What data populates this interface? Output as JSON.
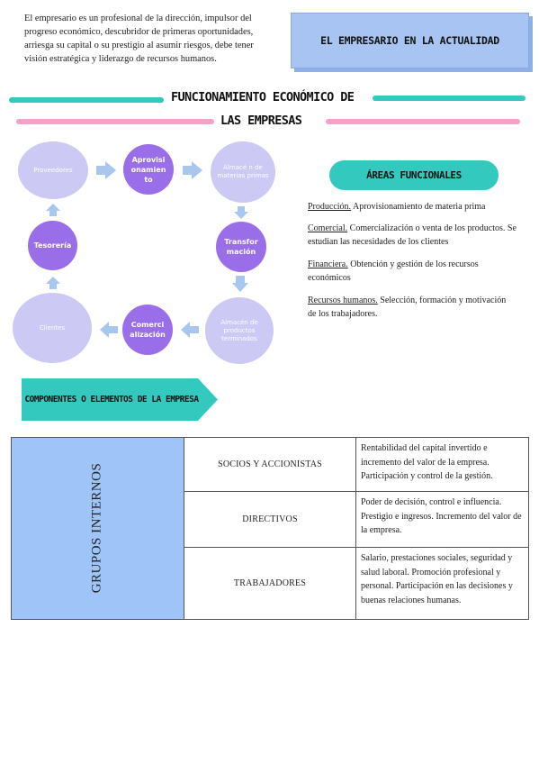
{
  "intro": "El empresario es un profesional de la dirección, impulsor del progreso económico, descubridor de primeras oportunidades, arriesga su capital o su prestigio al asumir riesgos, debe tener visión estratégica y liderazgo de recursos humanos.",
  "title_box": "EL EMPRESARIO EN LA ACTUALIDAD",
  "section_title": {
    "line1": "FUNCIONAMIENTO ECONÓMICO DE",
    "line2": "LAS EMPRESAS"
  },
  "colors": {
    "teal": "#34c9be",
    "pink": "#f4a0c8",
    "light_circle": "#ccc9f4",
    "dark_circle": "#9b6ee9",
    "arrow": "#a9c6ee",
    "title_box": "#a7c4f2",
    "table_group": "#9fc5f8"
  },
  "cycle": {
    "proveedores": "Proveedores",
    "aprovisionamiento": "Aprovisi onamien to",
    "almacen_materias": "Almacé n de materias primas",
    "transformacion": "Transfor mación",
    "almacen_productos": "Almacén de productos terminados",
    "comercializacion": "Comerci alización",
    "clientes": "Clientes",
    "tesoreria": "Tesorería",
    "arrow_icon": "chevron-arrow"
  },
  "areas": {
    "title": "ÁREAS FUNCIONALES",
    "items": [
      {
        "term": "Producción.",
        "text": " Aprovisionamiento de materia prima"
      },
      {
        "term": "Comercial.",
        "text": " Comercialización o venta de los productos. Se estudian las necesidades de los clientes"
      },
      {
        "term": "Financiera.",
        "text": " Obtención y gestión de los recursos económicos"
      },
      {
        "term": "Recursos humanos.",
        "text": " Selección, formación y motivación de los trabajadores."
      }
    ]
  },
  "components_banner": "COMPONENTES O ELEMENTOS DE LA EMPRESA",
  "table": {
    "group_label": "GRUPOS INTERNOS",
    "rows": [
      {
        "name": "SOCIOS Y ACCIONISTAS",
        "desc": "Rentabilidad del capital invertido e incremento del valor de la empresa. Participación y control de la gestión."
      },
      {
        "name": "DIRECTIVOS",
        "desc": "Poder de decisión, control e influencia. Prestigio e ingresos. Incremento del valor de la empresa."
      },
      {
        "name": "TRABAJADORES",
        "desc": "Salario, prestaciones sociales, seguridad y salud laboral. Promoción profesional y personal. Participación en las decisiones y buenas relaciones humanas."
      }
    ]
  }
}
